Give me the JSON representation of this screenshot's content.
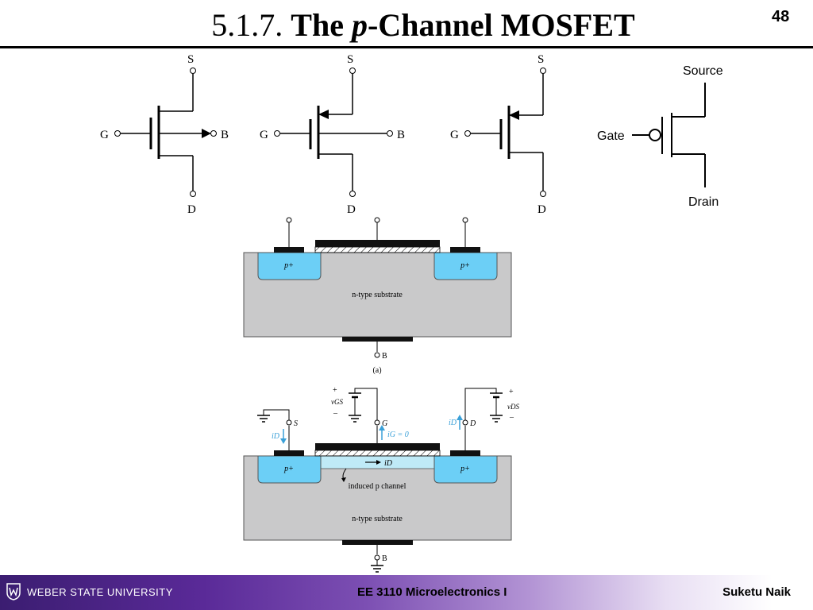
{
  "slide": {
    "title_number": "5.1.7.",
    "title_the": "The",
    "title_p": "p",
    "title_rest": "-Channel MOSFET",
    "page_number": "48"
  },
  "symbols": {
    "s": "S",
    "d": "D",
    "g": "G",
    "b": "B",
    "source": "Source",
    "gate": "Gate",
    "drain": "Drain"
  },
  "figure_a": {
    "p_plus": "p+",
    "substrate": "n-type substrate",
    "body": "B",
    "caption": "(a)"
  },
  "figure_b": {
    "vgs": "vGS",
    "vds": "vDS",
    "plus": "+",
    "minus": "–",
    "s": "S",
    "g": "G",
    "d": "D",
    "id": "iD",
    "ig": "iG = 0",
    "induced": "induced p channel",
    "substrate": "n-type substrate",
    "body": "B",
    "p_plus": "p+"
  },
  "footer": {
    "university": "WEBER STATE UNIVERSITY",
    "course": "EE 3110 Microelectronics I",
    "author": "Suketu Naik"
  },
  "colors": {
    "p_region": "#6ccff6",
    "substrate": "#c9c9ca",
    "channel": "#bfeaf7",
    "footer_purple": "#3b1d71"
  }
}
